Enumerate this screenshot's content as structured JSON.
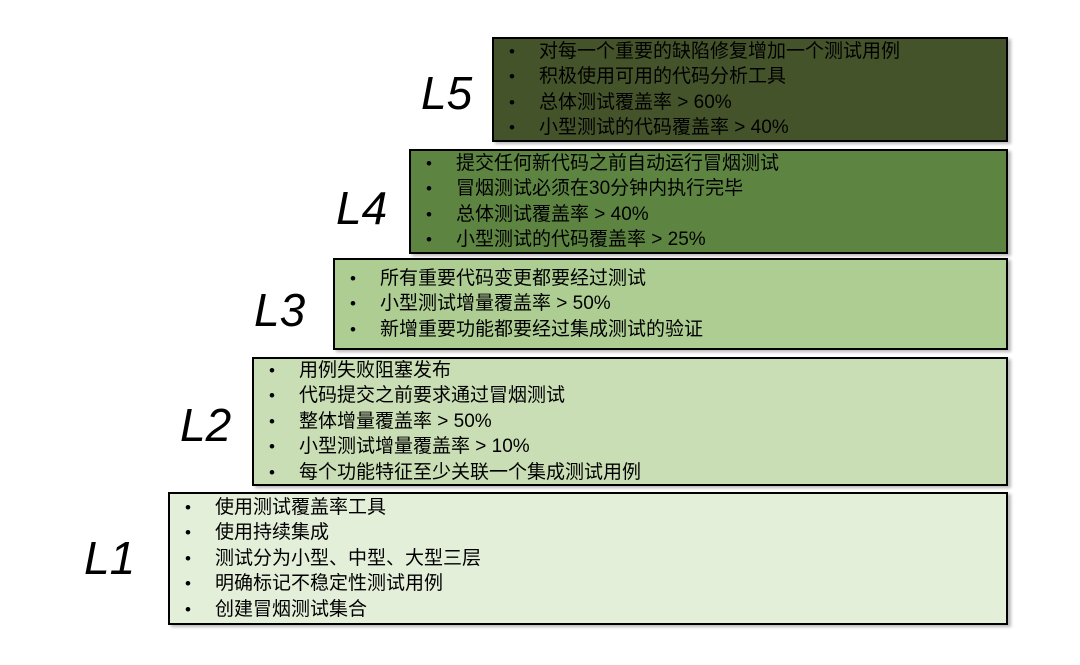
{
  "page": {
    "background": "#ffffff",
    "box_border_color": "#000000",
    "text_color": "#000000"
  },
  "levels": [
    {
      "id": "L1",
      "label": "L1",
      "color": "#e4efda",
      "bullets": [
        "使用测试覆盖率工具",
        "使用持续集成",
        "测试分为小型、中型、大型三层",
        "明确标记不稳定性测试用例",
        "创建冒烟测试集合"
      ]
    },
    {
      "id": "L2",
      "label": "L2",
      "color": "#cadeb5",
      "bullets": [
        "用例失败阻塞发布",
        "代码提交之前要求通过冒烟测试",
        "整体增量覆盖率 > 50%",
        "小型测试增量覆盖率 > 10%",
        "每个功能特征至少关联一个集成测试用例"
      ]
    },
    {
      "id": "L3",
      "label": "L3",
      "color": "#aecd93",
      "bullets": [
        "所有重要代码变更都要经过测试",
        "小型测试增量覆盖率 > 50%",
        "新增重要功能都要经过集成测试的验证"
      ]
    },
    {
      "id": "L4",
      "label": "L4",
      "color": "#5e8442",
      "bullets": [
        "提交任何新代码之前自动运行冒烟测试",
        "冒烟测试必须在30分钟内执行完毕",
        "总体测试覆盖率 > 40%",
        "小型测试的代码覆盖率 > 25%"
      ]
    },
    {
      "id": "L5",
      "label": "L5",
      "color": "#44532a",
      "bullets": [
        "对每一个重要的缺陷修复增加一个测试用例",
        "积极使用可用的代码分析工具",
        "总体测试覆盖率 > 60%",
        "小型测试的代码覆盖率 > 40%"
      ]
    }
  ]
}
